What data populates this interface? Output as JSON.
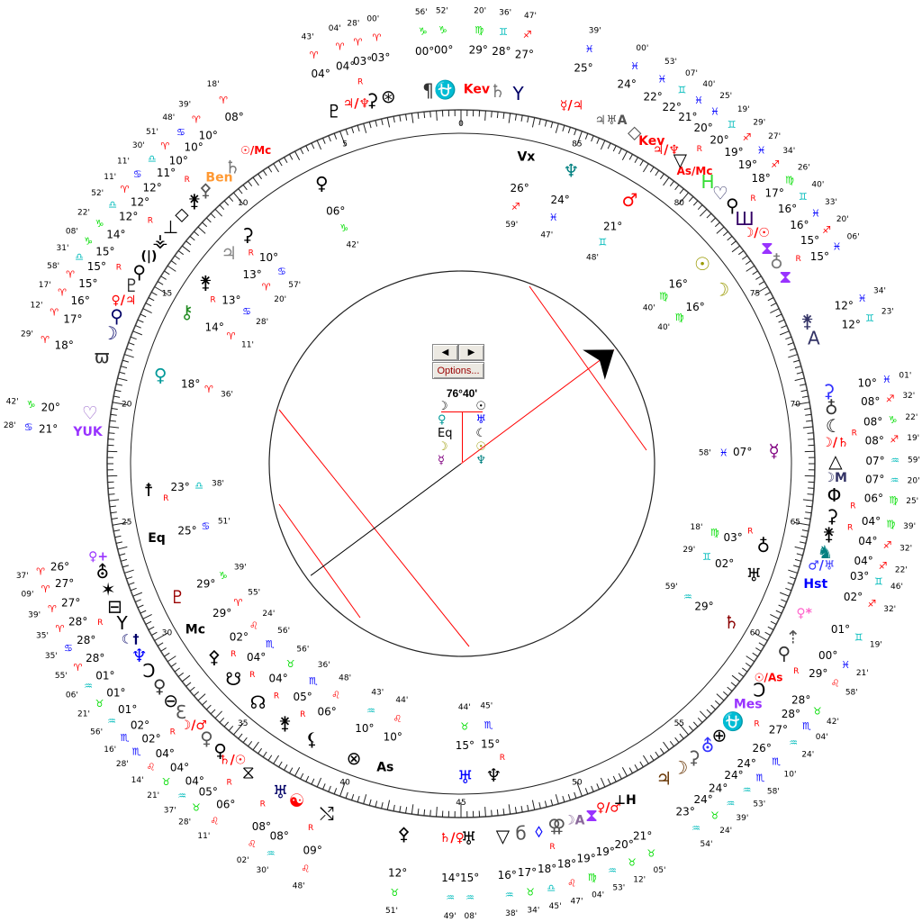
{
  "controls": {
    "prev_label": "◀",
    "next_label": "▶",
    "options_label": "Options..."
  },
  "pointer": {
    "value_label": "76°40'",
    "dial_value": 76.667
  },
  "midpoint_panel": {
    "header": [
      {
        "g": "☽",
        "c": "#000000"
      },
      {
        "g": "☉",
        "c": "#000000"
      }
    ],
    "rows": [
      [
        {
          "g": "♀",
          "c": "#009999"
        },
        {
          "g": "♅",
          "c": "#0000ff"
        }
      ],
      [
        {
          "g": "Eq",
          "c": "#000000"
        },
        {
          "g": "☾",
          "c": "#000000"
        }
      ],
      [
        {
          "g": "☽",
          "c": "#999900"
        },
        {
          "g": "☉",
          "c": "#999900"
        }
      ],
      [
        {
          "g": "☿",
          "c": "#800080"
        },
        {
          "g": "♆",
          "c": "#008080"
        }
      ]
    ]
  },
  "dial": {
    "range": 90,
    "labels": [
      "0",
      "5",
      "10",
      "15",
      "20",
      "25",
      "30",
      "35",
      "40",
      "45",
      "50",
      "55",
      "60",
      "65",
      "70",
      "75",
      "80",
      "85"
    ]
  },
  "sign_colors": {
    "♈": "#ff0000",
    "♌": "#ff0000",
    "♐": "#ff0000",
    "♉": "#00dd00",
    "♍": "#00dd00",
    "♑": "#00dd00",
    "♊": "#00bbbb",
    "♎": "#00bbbb",
    "♒": "#00bbbb",
    "♋": "#0000ff",
    "♏": "#0000ff",
    "♓": "#0000ff"
  },
  "rx_label": "R",
  "outer_points": [
    {
      "p": 0.6,
      "g": "⛎",
      "c": "#9933ff",
      "d": "00°",
      "s": "♑",
      "m": "52'"
    },
    {
      "p": 1.26,
      "g": "¶",
      "c": "#333333",
      "d": "00°",
      "s": "♑",
      "m": "56'"
    },
    {
      "p": 2.8,
      "g": "⊛",
      "c": "#000000",
      "d": "03°",
      "s": "♈",
      "m": "00'"
    },
    {
      "p": 3.44,
      "g": "⚳",
      "c": "#000000",
      "d": "03°",
      "s": "♈",
      "m": "28'"
    },
    {
      "p": 4.05,
      "g": "♃/♆",
      "c": "#ff0000",
      "d": "04°",
      "s": "♈",
      "m": "04'",
      "rx": true
    },
    {
      "p": 4.95,
      "g": "♇",
      "c": "#000000",
      "d": "04°",
      "s": "♈",
      "m": "43'"
    },
    {
      "p": 8.3,
      "g": "☉/Mc",
      "c": "#ff0000",
      "d": "08°",
      "s": "♈",
      "m": "18'"
    },
    {
      "p": 9.4,
      "g": "♄",
      "c": "#777777",
      "d": "10°",
      "s": "♈",
      "m": "39'"
    },
    {
      "p": 10.05,
      "g": "Ben",
      "c": "#ff9933",
      "d": "10°",
      "s": "♋",
      "m": "48'"
    },
    {
      "p": 10.75,
      "g": "⚴",
      "c": "#555555",
      "d": "10°",
      "s": "♈",
      "m": "51'"
    },
    {
      "p": 11.35,
      "g": "⚵",
      "c": "#000000",
      "d": "11°",
      "s": "♎",
      "m": "30'",
      "rx": true
    },
    {
      "p": 12.05,
      "g": "◇",
      "c": "#000000",
      "d": "12°",
      "s": "♋",
      "m": "11'"
    },
    {
      "p": 12.7,
      "g": "⊥",
      "c": "#000000",
      "d": "12°",
      "s": "♈",
      "m": "11'"
    },
    {
      "p": 13.35,
      "g": "⚶",
      "c": "#000000",
      "d": "12°",
      "s": "♎",
      "m": "52'",
      "rx": true
    },
    {
      "p": 14.1,
      "g": "(|)",
      "c": "#000000",
      "d": "14°",
      "s": "♑",
      "m": "22'"
    },
    {
      "p": 14.8,
      "g": "⚲",
      "c": "#000000",
      "d": "15°",
      "s": "♑",
      "m": "08'"
    },
    {
      "p": 15.4,
      "g": "♇",
      "c": "#333333",
      "d": "15°",
      "s": "♎",
      "m": "31'",
      "rx": true
    },
    {
      "p": 16.05,
      "g": "♀/♃",
      "c": "#ff0000",
      "d": "15°",
      "s": "♈",
      "m": "58'"
    },
    {
      "p": 16.7,
      "g": "⚲",
      "c": "#000066",
      "d": "16°",
      "s": "♈",
      "m": "17'"
    },
    {
      "p": 17.4,
      "g": "☽",
      "c": "#000066",
      "d": "17°",
      "s": "♈",
      "m": "12'"
    },
    {
      "p": 18.35,
      "g": "ϖ",
      "c": "#333333",
      "d": "18°",
      "s": "♈",
      "m": "29'"
    },
    {
      "p": 20.55,
      "g": "♡",
      "c": "#9966cc",
      "d": "20°",
      "s": "♑",
      "m": "42'"
    },
    {
      "p": 21.3,
      "g": "YUK",
      "c": "#9933ff",
      "d": "21°",
      "s": "♋",
      "m": "28'"
    },
    {
      "p": 26.1,
      "g": "♀+",
      "c": "#9933ff",
      "d": "26°",
      "s": "♈",
      "m": "37'"
    },
    {
      "p": 26.7,
      "g": "⛢",
      "c": "#000000",
      "d": "27°",
      "s": "♈",
      "m": "09'"
    },
    {
      "p": 27.4,
      "g": "✶",
      "c": "#000000",
      "d": "27°",
      "s": "♈",
      "m": "39'"
    },
    {
      "p": 28.1,
      "g": "⊟",
      "c": "#000000",
      "d": "28°",
      "s": "♈",
      "m": "35'"
    },
    {
      "p": 28.8,
      "g": "Y",
      "c": "#000000",
      "d": "28°",
      "s": "♋",
      "m": "35'",
      "rx": true
    },
    {
      "p": 29.5,
      "g": "☾†",
      "c": "#000066",
      "d": "28°",
      "s": "♈",
      "m": "55'"
    },
    {
      "p": 30.2,
      "g": "♆",
      "c": "#0000ff",
      "d": "01°",
      "s": "♒",
      "m": "06'"
    },
    {
      "p": 30.9,
      "g": "Ↄ",
      "c": "#000000",
      "d": "01°",
      "s": "♉",
      "m": "21'"
    },
    {
      "p": 31.6,
      "g": "♀",
      "c": "#333333",
      "d": "01°",
      "s": "♒",
      "m": "56'"
    },
    {
      "p": 32.3,
      "g": "⊖",
      "c": "#000000",
      "d": "02°",
      "s": "♏",
      "m": "16'"
    },
    {
      "p": 32.9,
      "g": "Ɛ",
      "c": "#555555",
      "d": "02°",
      "s": "♏",
      "m": "28'"
    },
    {
      "p": 33.6,
      "g": "☽/♂",
      "c": "#ff0000",
      "d": "04°",
      "s": "♌",
      "m": "14'",
      "rx": true
    },
    {
      "p": 34.3,
      "g": "♀",
      "c": "#555555",
      "d": "04°",
      "s": "♉",
      "m": "21'"
    },
    {
      "p": 35.0,
      "g": "♀",
      "c": "#000000",
      "d": "04°",
      "s": "♒",
      "m": "37'"
    },
    {
      "p": 35.6,
      "g": "♄/☉",
      "c": "#ff0000",
      "d": "05°",
      "s": "♉",
      "m": "28'"
    },
    {
      "p": 36.35,
      "g": "⧖",
      "c": "#000000",
      "d": "06°",
      "s": "♌",
      "m": "11'",
      "rx": true
    },
    {
      "p": 37.8,
      "g": "♅",
      "c": "#000066",
      "d": "08°",
      "s": "♌",
      "m": "02'",
      "rx": true
    },
    {
      "p": 38.5,
      "g": "☯",
      "c": "#ff0000",
      "d": "08°",
      "s": "♒",
      "m": "30'"
    },
    {
      "p": 39.75,
      "g": "⤭",
      "c": "#000000",
      "d": "09°",
      "s": "♌",
      "m": "48'",
      "rx": true
    },
    {
      "p": 42.8,
      "g": "⚴",
      "c": "#000000",
      "d": "12°",
      "s": "♉",
      "m": "51'"
    },
    {
      "p": 44.65,
      "g": "♄/♀",
      "c": "#ff0000",
      "d": "14°",
      "s": "♒",
      "m": "49'"
    },
    {
      "p": 45.3,
      "g": "♅",
      "c": "#000000",
      "d": "15°",
      "s": "♒",
      "m": "08'"
    },
    {
      "p": 46.6,
      "g": "▽",
      "c": "#000000",
      "d": "16°",
      "s": "♒",
      "m": "38'"
    },
    {
      "p": 47.3,
      "g": "б",
      "c": "#555555",
      "d": "17°",
      "s": "♉",
      "m": "34'"
    },
    {
      "p": 48.0,
      "g": "⬨",
      "c": "#0000ff",
      "d": "18°",
      "s": "♎",
      "m": "45'"
    },
    {
      "p": 48.7,
      "g": "⚢",
      "c": "#555555",
      "d": "18°",
      "s": "♌",
      "m": "47'",
      "rx": true
    },
    {
      "p": 49.4,
      "g": "☽A",
      "c": "#886699",
      "d": "19°",
      "s": "♍",
      "m": "04'"
    },
    {
      "p": 50.1,
      "g": "⧗",
      "c": "#9933ff",
      "d": "19°",
      "s": "♒",
      "m": "53'"
    },
    {
      "p": 50.8,
      "g": "♀/♂",
      "c": "#ff0000",
      "d": "20°",
      "s": "♉",
      "m": "12'"
    },
    {
      "p": 51.5,
      "g": "⊥H",
      "c": "#000000",
      "d": "21°",
      "s": "♉",
      "m": "05'"
    },
    {
      "p": 53.2,
      "g": "♃",
      "c": "#663300",
      "d": "23°",
      "s": "♒",
      "m": "54'"
    },
    {
      "p": 53.95,
      "g": "☽",
      "c": "#663300",
      "d": "24°",
      "s": "♉",
      "m": "24'"
    },
    {
      "p": 54.6,
      "g": "⚳",
      "c": "#555555",
      "d": "24°",
      "s": "♒",
      "m": "39'"
    },
    {
      "p": 55.3,
      "g": "⛢",
      "c": "#3333ff",
      "d": "24°",
      "s": "♒",
      "m": "53'"
    },
    {
      "p": 55.9,
      "g": "⊕",
      "c": "#000000",
      "d": "24°",
      "s": "♏",
      "m": "58'"
    },
    {
      "p": 56.65,
      "g": "⛎",
      "c": "#3333ff",
      "d": "26°",
      "s": "♏",
      "m": "10'"
    },
    {
      "p": 57.5,
      "g": "Mes",
      "c": "#9933ff",
      "d": "27°",
      "s": "♒",
      "m": "24'",
      "rx": true
    },
    {
      "p": 58.2,
      "g": "Ɔ",
      "c": "#000000",
      "d": "28°",
      "s": "♏",
      "m": "04'"
    },
    {
      "p": 58.8,
      "g": "☉/As",
      "c": "#ff0000",
      "d": "28°",
      "s": "♉",
      "m": "42'"
    },
    {
      "p": 59.9,
      "g": "⚲",
      "c": "#333333",
      "d": "29°",
      "s": "♌",
      "m": "58'",
      "rx": true
    },
    {
      "p": 60.6,
      "g": "⇡",
      "c": "#555555",
      "d": "00°",
      "s": "♓",
      "m": "21'"
    },
    {
      "p": 61.6,
      "g": "♀*",
      "c": "#ff66cc",
      "d": "01°",
      "s": "♊",
      "m": "19'"
    },
    {
      "p": 62.8,
      "g": "Hst",
      "c": "#0000ff",
      "d": "02°",
      "s": "♐",
      "m": "32'"
    },
    {
      "p": 63.55,
      "g": "♂/♅",
      "c": "#3333ff",
      "d": "03°",
      "s": "♊",
      "m": "46'"
    },
    {
      "p": 64.1,
      "g": "♞",
      "c": "#008080",
      "d": "04°",
      "s": "♐",
      "m": "22'"
    },
    {
      "p": 64.8,
      "g": "⚵",
      "c": "#000000",
      "d": "04°",
      "s": "♐",
      "m": "32'"
    },
    {
      "p": 65.5,
      "g": "⚳",
      "c": "#000000",
      "d": "04°",
      "s": "♍",
      "m": "39'",
      "rx": true
    },
    {
      "p": 66.3,
      "g": "Φ",
      "c": "#000000",
      "d": "06°",
      "s": "♍",
      "m": "25'",
      "rx": true
    },
    {
      "p": 66.95,
      "g": "☽M",
      "c": "#333366",
      "d": "07°",
      "s": "♒",
      "m": "20'"
    },
    {
      "p": 67.6,
      "g": "△",
      "c": "#000000",
      "d": "07°",
      "s": "♒",
      "m": "59'"
    },
    {
      "p": 68.3,
      "g": "☽/♄",
      "c": "#ff0000",
      "d": "08°",
      "s": "♐",
      "m": "19'"
    },
    {
      "p": 68.95,
      "g": "☾",
      "c": "#000000",
      "d": "08°",
      "s": "♑",
      "m": "22'",
      "rx": true
    },
    {
      "p": 69.65,
      "g": "♁",
      "c": "#333333",
      "d": "08°",
      "s": "♐",
      "m": "32'"
    },
    {
      "p": 70.3,
      "g": "⚳",
      "c": "#3333ff",
      "d": "10°",
      "s": "♓",
      "m": "01'"
    },
    {
      "p": 72.4,
      "g": "A",
      "c": "#333366",
      "d": "12°",
      "s": "♊",
      "m": "23'"
    },
    {
      "p": 73.1,
      "g": "⚵",
      "c": "#333366",
      "d": "12°",
      "s": "♓",
      "m": "34'"
    },
    {
      "p": 75.0,
      "g": "⧗",
      "c": "#9933ff",
      "d": "15°",
      "s": "♓",
      "m": "06'"
    },
    {
      "p": 75.65,
      "g": "♁",
      "c": "#777777",
      "d": "15°",
      "s": "♐",
      "m": "20'",
      "rx": true
    },
    {
      "p": 76.3,
      "g": "⧗",
      "c": "#9933ff",
      "d": "16°",
      "s": "♓",
      "m": "33'"
    },
    {
      "p": 77.0,
      "g": "☽/☉",
      "c": "#ff0000",
      "d": "16°",
      "s": "♊",
      "m": "40'"
    },
    {
      "p": 77.7,
      "g": "Ш",
      "c": "#330066",
      "d": "17°",
      "s": "♍",
      "m": "26'"
    },
    {
      "p": 78.4,
      "g": "⚲",
      "c": "#000000",
      "d": "18°",
      "s": "♐",
      "m": "34'",
      "rx": true
    },
    {
      "p": 79.05,
      "g": "♡",
      "c": "#333366",
      "d": "19°",
      "s": "♓",
      "m": "27'"
    },
    {
      "p": 79.7,
      "g": "H",
      "c": "#33dd33",
      "d": "19°",
      "s": "♐",
      "m": "29'"
    },
    {
      "p": 80.35,
      "g": "As/Mc",
      "c": "#ff0000",
      "d": "20°",
      "s": "♊",
      "m": "19'"
    },
    {
      "p": 81.05,
      "g": "▽",
      "c": "#000000",
      "d": "20°",
      "s": "♓",
      "m": "25'",
      "rx": true
    },
    {
      "p": 81.7,
      "g": "♃/♆",
      "c": "#ff0000",
      "d": "21°",
      "s": "♓",
      "m": "40'"
    },
    {
      "p": 82.35,
      "g": "Kev",
      "c": "#ff0000",
      "d": "22°",
      "s": "♊",
      "m": "07'"
    },
    {
      "p": 83.1,
      "g": "◇",
      "c": "#555555",
      "d": "22°",
      "s": "♓",
      "m": "53'"
    },
    {
      "p": 84.1,
      "g": "♃♅A",
      "c": "#555555",
      "d": "24°",
      "s": "♓",
      "m": "00'"
    },
    {
      "p": 85.7,
      "g": "☿/♃",
      "c": "#ff0000",
      "d": "25°",
      "s": "♓",
      "m": "39'"
    },
    {
      "p": 87.8,
      "g": "Y",
      "c": "#000066",
      "d": "27°",
      "s": "♐",
      "m": "47'"
    },
    {
      "p": 88.6,
      "g": "♄",
      "c": "#777777",
      "d": "28°",
      "s": "♊",
      "m": "36'"
    },
    {
      "p": 89.4,
      "g": "Kev",
      "c": "#ff0000",
      "d": "29°",
      "s": "♍",
      "m": "20'"
    }
  ],
  "inner_points": [
    {
      "p": 6.6,
      "g": "♀",
      "c": "#000000",
      "d": "06°",
      "s": "♑",
      "m": "42'"
    },
    {
      "p": 10.75,
      "g": "⚳",
      "c": "#000000",
      "d": "10°",
      "s": "♋",
      "m": "57'",
      "rx": true
    },
    {
      "p": 11.95,
      "g": "♃",
      "c": "#888888",
      "d": "13°",
      "s": "♈",
      "m": "20'"
    },
    {
      "p": 13.65,
      "g": "⚵",
      "c": "#000000",
      "d": "13°",
      "s": "♋",
      "m": "28'",
      "rx": true
    },
    {
      "p": 15.25,
      "g": "⚷",
      "c": "#228b22",
      "d": "14°",
      "s": "♈",
      "m": "11'"
    },
    {
      "p": 18.4,
      "g": "♀",
      "c": "#009999",
      "d": "18°",
      "s": "♈",
      "m": "36'"
    },
    {
      "p": 23.7,
      "g": "☨",
      "c": "#000000",
      "d": "23°",
      "s": "♎",
      "m": "38'",
      "rx": true
    },
    {
      "p": 25.95,
      "g": "Eq",
      "c": "#000000",
      "d": "25°",
      "s": "♋",
      "m": "51'"
    },
    {
      "p": 28.8,
      "g": "♇",
      "c": "#990000",
      "d": "29°",
      "s": "♑",
      "m": "39'"
    },
    {
      "p": 30.5,
      "g": "Mc",
      "c": "#000000",
      "d": "29°",
      "s": "♈",
      "m": "55'"
    },
    {
      "p": 32.0,
      "g": "⚴",
      "c": "#000000",
      "d": "02°",
      "s": "♌",
      "m": "24'",
      "rx": true
    },
    {
      "p": 33.35,
      "g": "☋",
      "c": "#000000",
      "d": "04°",
      "s": "♏",
      "m": "56'",
      "rx": true
    },
    {
      "p": 34.9,
      "g": "☊",
      "c": "#000000",
      "d": "04°",
      "s": "♉",
      "m": "56'",
      "rx": true
    },
    {
      "p": 36.45,
      "g": "⚵",
      "c": "#000000",
      "d": "05°",
      "s": "♏",
      "m": "36'",
      "rx": true
    },
    {
      "p": 37.9,
      "g": "⚸",
      "c": "#000000",
      "d": "06°",
      "s": "♌",
      "m": "48'"
    },
    {
      "p": 40.0,
      "g": "⊗",
      "c": "#000000",
      "d": "10°",
      "s": "♒",
      "m": "43'"
    },
    {
      "p": 41.5,
      "g": "As",
      "c": "#000000",
      "d": "10°",
      "s": "♌",
      "m": "44'"
    },
    {
      "p": 45.2,
      "g": "♅",
      "c": "#0000ff",
      "d": "15°",
      "s": "♉",
      "m": "44'"
    },
    {
      "p": 46.5,
      "g": "♆",
      "c": "#000000",
      "d": "15°",
      "s": "♏",
      "m": "45'",
      "rx": true
    },
    {
      "p": 59.9,
      "g": "♄",
      "c": "#8b0000",
      "d": "29°",
      "s": "♒",
      "m": "59'"
    },
    {
      "p": 62.3,
      "g": "♅",
      "c": "#000000",
      "d": "02°",
      "s": "♊",
      "m": "29'"
    },
    {
      "p": 63.7,
      "g": "♁",
      "c": "#000000",
      "d": "03°",
      "s": "♍",
      "m": "18'",
      "rx": true
    },
    {
      "p": 68.1,
      "g": "☿",
      "c": "#800080",
      "d": "07°",
      "s": "♓",
      "m": "58'"
    },
    {
      "p": 75.95,
      "g": "☽",
      "c": "#999900",
      "d": "16°",
      "s": "♍",
      "m": "40'"
    },
    {
      "p": 77.4,
      "g": "☉",
      "c": "#999900",
      "d": "16°",
      "s": "♍",
      "m": "40'"
    },
    {
      "p": 81.85,
      "g": "♂",
      "c": "#ff0000",
      "d": "21°",
      "s": "♊",
      "m": "48'"
    },
    {
      "p": 84.85,
      "g": "♆",
      "c": "#008080",
      "d": "24°",
      "s": "♓",
      "m": "47'"
    },
    {
      "p": 87.0,
      "g": "Vx",
      "c": "#000000",
      "d": "26°",
      "s": "♐",
      "m": "59'"
    }
  ]
}
